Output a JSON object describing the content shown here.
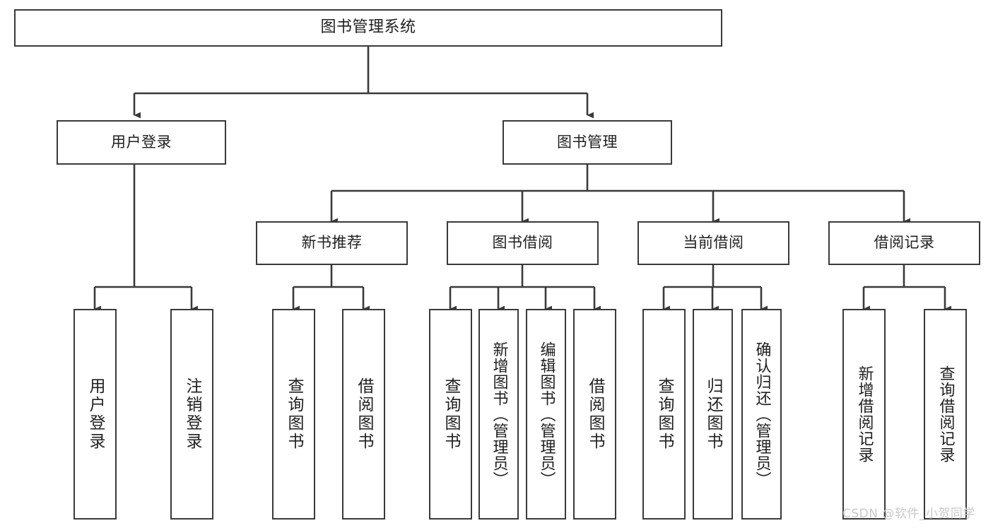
{
  "diagram": {
    "type": "tree-hierarchy-chart",
    "title": "图书管理系统",
    "orientation": "top-down",
    "colors": {
      "box_border": "#3a3a3a",
      "box_fill": "#ffffff",
      "edge": "#3a3a3a",
      "text": "#1f1f1f",
      "watermark": "#c9c9c9",
      "background": "#ffffff"
    }
  },
  "root": {
    "label": "图书管理系统"
  },
  "level1": [
    {
      "label": "用户登录"
    },
    {
      "label": "图书管理"
    }
  ],
  "level2": [
    {
      "label": "新书推荐"
    },
    {
      "label": "图书借阅"
    },
    {
      "label": "当前借阅"
    },
    {
      "label": "借阅记录"
    }
  ],
  "leaves": {
    "user_login": [
      {
        "label": "用户登录"
      },
      {
        "label": "注销登录"
      }
    ],
    "new_book_recommend": [
      {
        "label": "查询图书"
      },
      {
        "label": "借阅图书"
      }
    ],
    "book_borrow": [
      {
        "label": "查询图书"
      },
      {
        "label": "新增图书（管理员）"
      },
      {
        "label": "编辑图书（管理员）"
      },
      {
        "label": "借阅图书"
      }
    ],
    "current_borrow": [
      {
        "label": "查询图书"
      },
      {
        "label": "归还图书"
      },
      {
        "label": "确认归还（管理员）"
      }
    ],
    "borrow_record": [
      {
        "label": "新增借阅记录"
      },
      {
        "label": "查询借阅记录"
      }
    ]
  },
  "watermark": {
    "text": "CSDN @软件_小贺同学"
  }
}
